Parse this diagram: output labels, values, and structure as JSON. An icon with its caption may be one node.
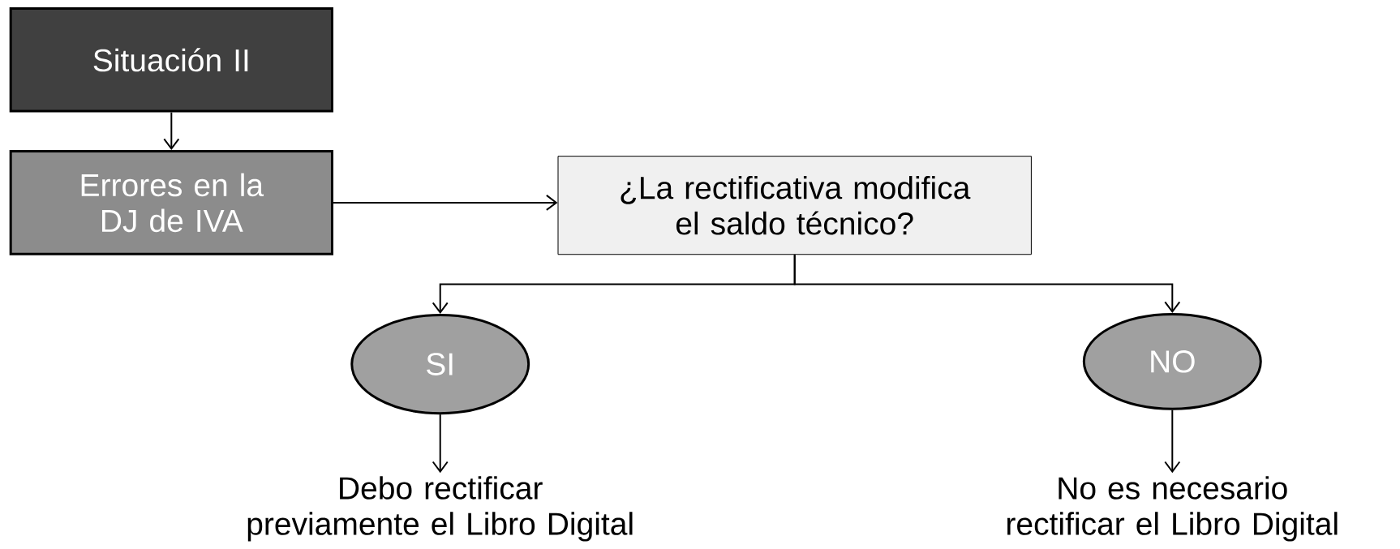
{
  "diagram": {
    "nodes": [
      {
        "text": [
          "Situación II"
        ]
      },
      {
        "text": [
          "Errores en la DJ de IVA"
        ]
      },
      {
        "text": [
          "¿La rectificativa modifica el saldo técnico?"
        ]
      },
      {
        "text": [
          "SI"
        ]
      },
      {
        "text": [
          "NO"
        ]
      },
      {
        "text": [
          "Debo rectificar previamente el Libro Digital"
        ]
      },
      {
        "text": [
          "No es necesario rectificar el Libro Digital"
        ]
      }
    ],
    "edges": [
      {
        "from": 0,
        "to": 1,
        "arrow": "to"
      },
      {
        "from": 1,
        "to": 2,
        "arrow": "to"
      },
      {
        "from": 2,
        "to": 3,
        "arrow": "to"
      },
      {
        "from": 2,
        "to": 4,
        "arrow": "to"
      },
      {
        "from": 3,
        "to": 5,
        "arrow": "to"
      },
      {
        "from": 4,
        "to": 6,
        "arrow": "to"
      }
    ]
  }
}
